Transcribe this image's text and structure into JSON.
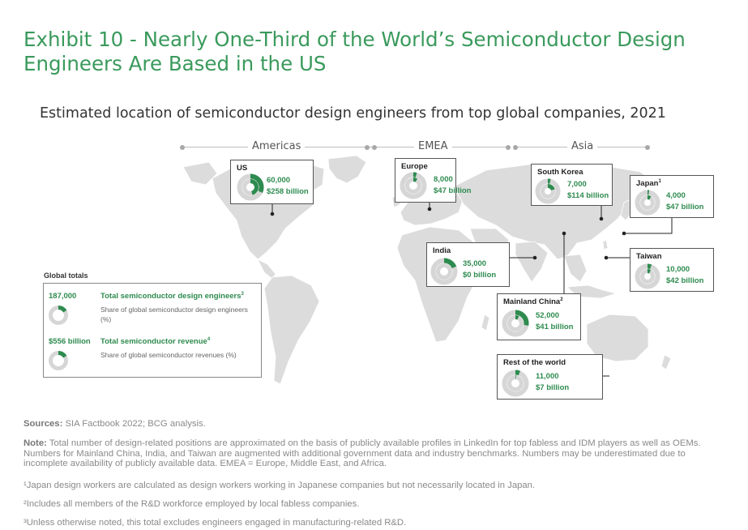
{
  "title": "Exhibit 10 - Nearly One-Third of the World’s Semiconductor Design Engineers Are Based in the US",
  "subtitle": "Estimated location of semiconductor design engineers from top global companies, 2021",
  "regions": [
    "Americas",
    "EMEA",
    "Asia"
  ],
  "colors": {
    "accent": "#2e8b4f",
    "title": "#3a9a5c",
    "ring_base": "#d6d6d6",
    "map": "#dcdcdc"
  },
  "chart_data": {
    "type": "donut",
    "title": "Estimated location of semiconductor design engineers from top global companies, 2021",
    "series": [
      {
        "name": "US",
        "note": "",
        "region": "Americas",
        "engineers": "60,000",
        "revenue": "$258 billion",
        "share_engineers": 0.32,
        "share_revenue": 0.46
      },
      {
        "name": "Europe",
        "note": "",
        "region": "EMEA",
        "engineers": "8,000",
        "revenue": "$47 billion",
        "share_engineers": 0.043,
        "share_revenue": 0.085
      },
      {
        "name": "South Korea",
        "note": "",
        "region": "Asia",
        "engineers": "7,000",
        "revenue": "$114 billion",
        "share_engineers": 0.037,
        "share_revenue": 0.205
      },
      {
        "name": "Japan",
        "note": "1",
        "region": "Asia",
        "engineers": "4,000",
        "revenue": "$47 billion",
        "share_engineers": 0.021,
        "share_revenue": 0.085
      },
      {
        "name": "India",
        "note": "",
        "region": "Asia",
        "engineers": "35,000",
        "revenue": "$0 billion",
        "share_engineers": 0.187,
        "share_revenue": 0.0
      },
      {
        "name": "Taiwan",
        "note": "",
        "region": "Asia",
        "engineers": "10,000",
        "revenue": "$42 billion",
        "share_engineers": 0.053,
        "share_revenue": 0.076
      },
      {
        "name": "Mainland China",
        "note": "2",
        "region": "Asia",
        "engineers": "52,000",
        "revenue": "$41 billion",
        "share_engineers": 0.278,
        "share_revenue": 0.074
      },
      {
        "name": "Rest of the world",
        "note": "",
        "region": "",
        "engineers": "11,000",
        "revenue": "$7 billion",
        "share_engineers": 0.059,
        "share_revenue": 0.013
      }
    ]
  },
  "legend": {
    "label": "Global totals",
    "engineers_total": "187,000",
    "engineers_title": "Total semiconductor design engineers",
    "engineers_note": "3",
    "engineers_desc": "Share of global semiconductor design engineers (%)",
    "revenue_total": "$556 billion",
    "revenue_title": "Total semiconductor revenue",
    "revenue_note": "4",
    "revenue_desc": "Share of global semiconductor revenues (%)"
  },
  "footnotes": {
    "sources_label": "Sources:",
    "sources": "SIA Factbook 2022; BCG analysis.",
    "note_label": "Note:",
    "note": "Total number of design-related positions are approximated on the basis of publicly available profiles in LinkedIn for top fabless and IDM players as well as OEMs. Numbers for Mainland China, India, and Taiwan are augmented with additional government data and industry benchmarks. Numbers may be underestimated due to incomplete availability of publicly available data. EMEA = Europe, Middle East, and Africa.",
    "f1": "¹Japan design workers are calculated as design workers working in Japanese companies but not necessarily located in Japan.",
    "f2": "²Includes all members of the R&D workforce employed by local fabless companies.",
    "f3": "³Unless otherwise noted, this total excludes engineers engaged in manufacturing-related R&D."
  }
}
